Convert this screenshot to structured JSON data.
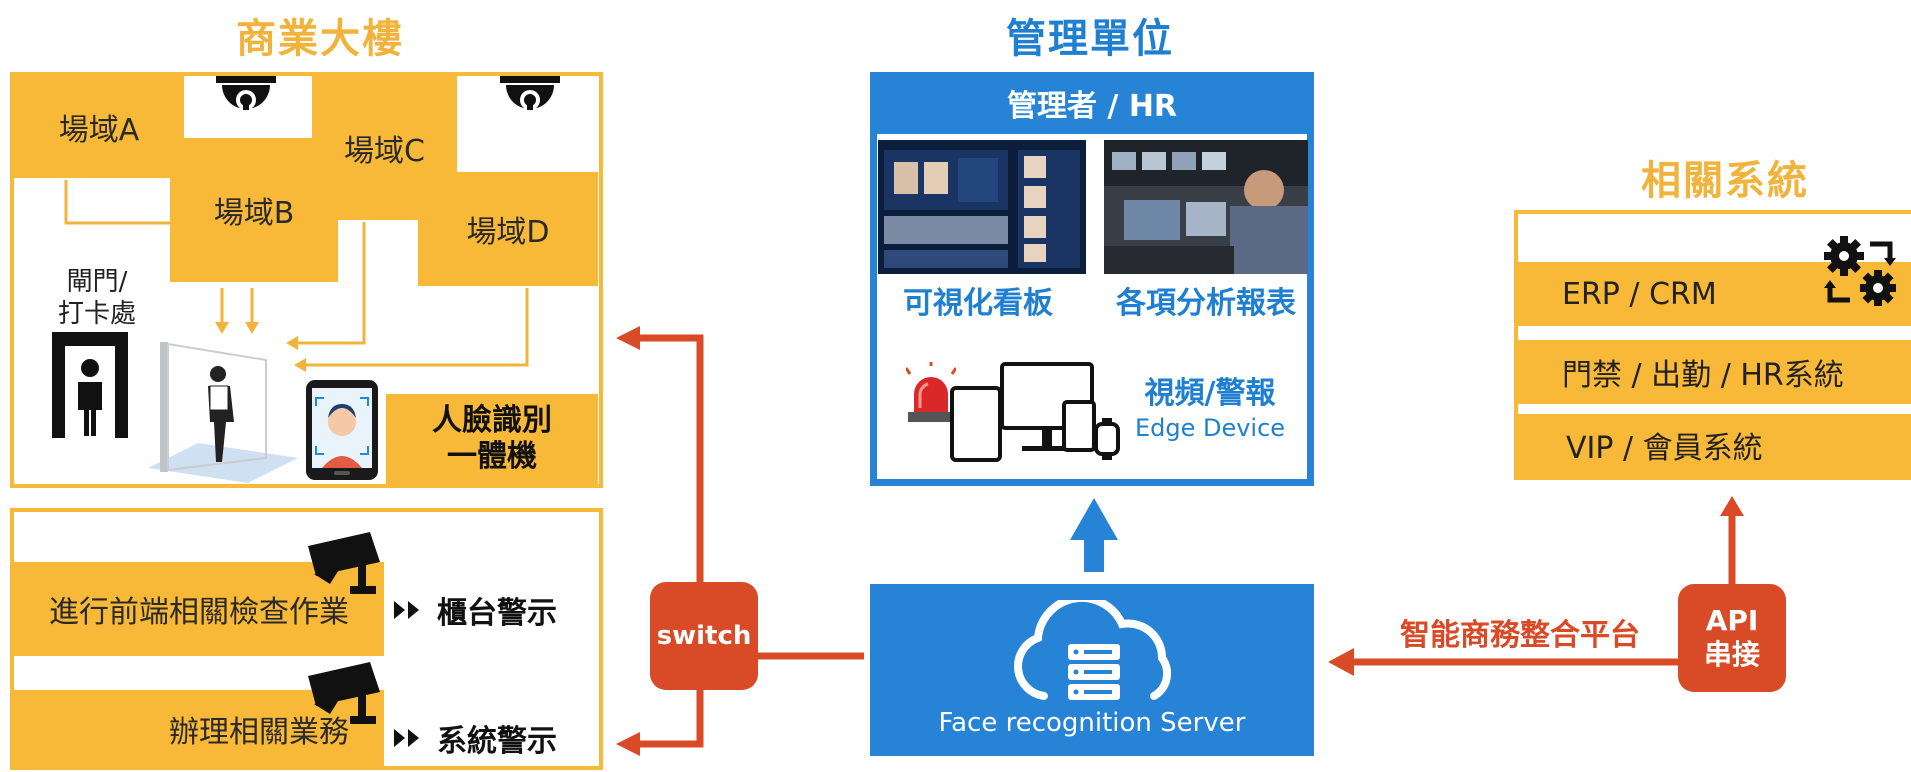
{
  "headings": {
    "commercial_building": "商業大樓",
    "management": "管理單位",
    "related_systems": "相關系統"
  },
  "zones": {
    "a": "場域A",
    "b": "場域B",
    "c": "場域C",
    "d": "場域D"
  },
  "gate": {
    "line1": "閘門/",
    "line2": "打卡處"
  },
  "kiosk": {
    "line1": "人臉識別",
    "line2": "一體機"
  },
  "front_desk": {
    "task1": "進行前端相關檢查作業",
    "alert1": "櫃台警示",
    "task2": "辦理相關業務",
    "alert2": "系統警示"
  },
  "switch_label": "switch",
  "management_panel": {
    "title": "管理者 / HR",
    "dashboard": "可視化看板",
    "reports": "各項分析報表",
    "video_alert": "視頻/警報",
    "edge_device": "Edge Device"
  },
  "server": {
    "label": "Face recognition Server"
  },
  "integration_label": "智能商務整合平台",
  "api": {
    "line1": "API",
    "line2": "串接"
  },
  "systems": {
    "erp": "ERP / CRM",
    "access": "門禁 / 出勤 / HR系統",
    "vip": "VIP / 會員系統"
  },
  "colors": {
    "orange": "#f9b938",
    "blue": "#1f7fd1",
    "red": "#d94b27"
  }
}
